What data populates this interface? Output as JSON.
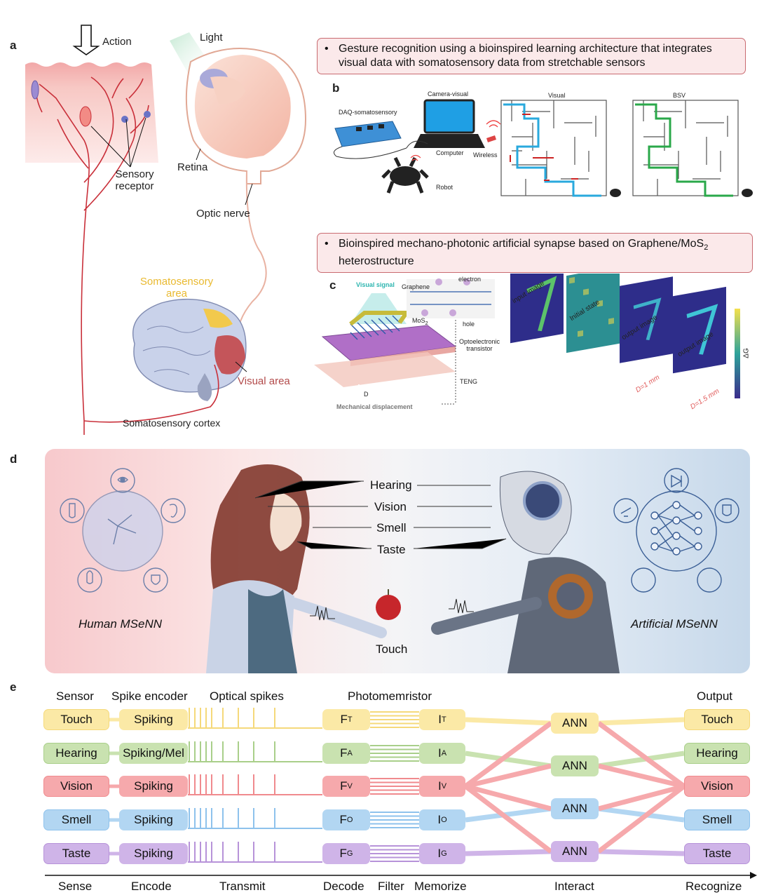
{
  "panel_labels": {
    "a": "a",
    "b": "b",
    "c": "c",
    "d": "d",
    "e": "e"
  },
  "panel_a": {
    "action": "Action",
    "light": "Light",
    "sensory_receptor_1": "Sensory",
    "sensory_receptor_2": "receptor",
    "retina": "Retina",
    "optic_nerve": "Optic nerve",
    "somatosensory_area_1": "Somatosensory",
    "somatosensory_area_2": "area",
    "visual_area": "Visual area",
    "somatosensory_cortex": "Somatosensory cortex"
  },
  "callouts": {
    "b_text": "Gesture recognition using a bioinspired learning architecture that integrates visual data with somatosensory data from stretchable sensors",
    "c_text_1": "Bioinspired mechano-photonic artificial synapse based on Graphene/MoS",
    "c_text_sub": "2",
    "c_text_2": "heterostructure",
    "bullet": "•"
  },
  "panel_b": {
    "daq": "DAQ-somatosensory",
    "camera": "Camera-visual",
    "computer": "Computer",
    "wireless": "Wireless",
    "robot": "Robot",
    "visual": "Visual",
    "bsv": "BSV"
  },
  "panel_c": {
    "visual_signal": "Visual signal",
    "graphene": "Graphene",
    "electron": "electron",
    "mos2": "MoS",
    "mos2_sub": "2",
    "hole": "hole",
    "opto_1": "Optoelectronic",
    "opto_2": "transistor",
    "teng": "TENG",
    "d": "D",
    "mech": "Mechanical displacement",
    "input_image": "input image",
    "initial_state": "Initial state",
    "output_image_1": "output image",
    "output_image_2": "output image",
    "d1": "D=1 mm",
    "d15": "D=1.5 mm",
    "delta_g": "ΔG"
  },
  "panel_d": {
    "hearing": "Hearing",
    "vision": "Vision",
    "smell": "Smell",
    "taste": "Taste",
    "touch": "Touch",
    "human": "Human MSeNN",
    "artificial": "Artificial MSeNN"
  },
  "panel_e": {
    "headers": {
      "sensor": "Sensor",
      "encoder": "Spike encoder",
      "optical": "Optical spikes",
      "photo": "Photomemristor",
      "output": "Output"
    },
    "rows": [
      {
        "sensor": "Touch",
        "encoder": "Spiking",
        "f": "F",
        "f_sub": "T",
        "i": "I",
        "i_sub": "T",
        "output": "Touch",
        "color": "#f5d97a",
        "fill": "#fbe9a6"
      },
      {
        "sensor": "Hearing",
        "encoder": "Spiking/Mel",
        "f": "F",
        "f_sub": "A",
        "i": "I",
        "i_sub": "A",
        "output": "Hearing",
        "color": "#a9cf8a",
        "fill": "#c9e2b0"
      },
      {
        "sensor": "Vision",
        "encoder": "Spiking",
        "f": "F",
        "f_sub": "V",
        "i": "I",
        "i_sub": "V",
        "output": "Vision",
        "color": "#f08a8e",
        "fill": "#f6a9ac"
      },
      {
        "sensor": "Smell",
        "encoder": "Spiking",
        "f": "F",
        "f_sub": "O",
        "i": "I",
        "i_sub": "O",
        "output": "Smell",
        "color": "#8ec2ec",
        "fill": "#b2d6f2"
      },
      {
        "sensor": "Taste",
        "encoder": "Spiking",
        "f": "F",
        "f_sub": "G",
        "i": "I",
        "i_sub": "G",
        "output": "Taste",
        "color": "#b793d9",
        "fill": "#cfb4e8"
      }
    ],
    "ann_labels": [
      "ANN",
      "ANN",
      "ANN",
      "ANN"
    ],
    "stages": {
      "sense": "Sense",
      "encode": "Encode",
      "transmit": "Transmit",
      "decode": "Decode",
      "filter": "Filter",
      "memorize": "Memorize",
      "interact": "Interact",
      "recognize": "Recognize"
    }
  }
}
